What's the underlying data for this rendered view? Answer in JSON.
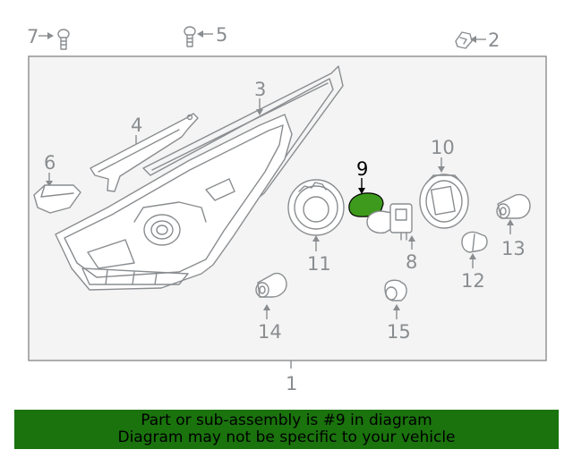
{
  "callouts": {
    "c1": "1",
    "c2": "2",
    "c3": "3",
    "c4": "4",
    "c5": "5",
    "c6": "6",
    "c7": "7",
    "c8": "8",
    "c9": "9",
    "c10": "10",
    "c11": "11",
    "c12": "12",
    "c13": "13",
    "c14": "14",
    "c15": "15"
  },
  "highlight": {
    "part_number": "9",
    "color": "#3d9a1c"
  },
  "banner": {
    "line1": "Part or sub-assembly is #9 in diagram",
    "line2": "Diagram may not be specific to your vehicle",
    "background": "#1a730d"
  }
}
